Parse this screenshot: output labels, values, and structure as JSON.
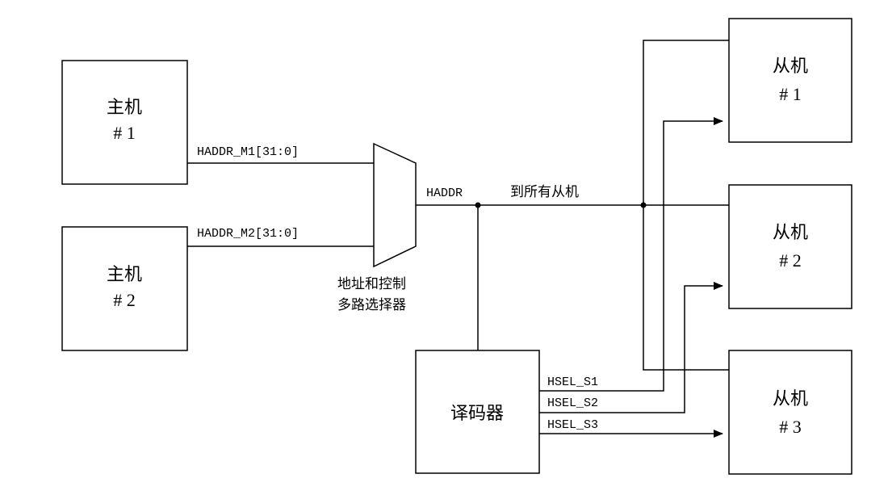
{
  "masters": [
    {
      "name": "主机",
      "num": "# 1"
    },
    {
      "name": "主机",
      "num": "# 2"
    }
  ],
  "slaves": [
    {
      "name": "从机",
      "num": "# 1"
    },
    {
      "name": "从机",
      "num": "# 2"
    },
    {
      "name": "从机",
      "num": "# 3"
    }
  ],
  "mux": {
    "line1": "地址和控制",
    "line2": "多路选择器"
  },
  "decoder": {
    "label": "译码器"
  },
  "signals": {
    "haddr_m1": "HADDR_M1[31:0]",
    "haddr_m2": "HADDR_M2[31:0]",
    "haddr": "HADDR",
    "to_all": "到所有从机",
    "hsel_s1": "HSEL_S1",
    "hsel_s2": "HSEL_S2",
    "hsel_s3": "HSEL_S3"
  }
}
